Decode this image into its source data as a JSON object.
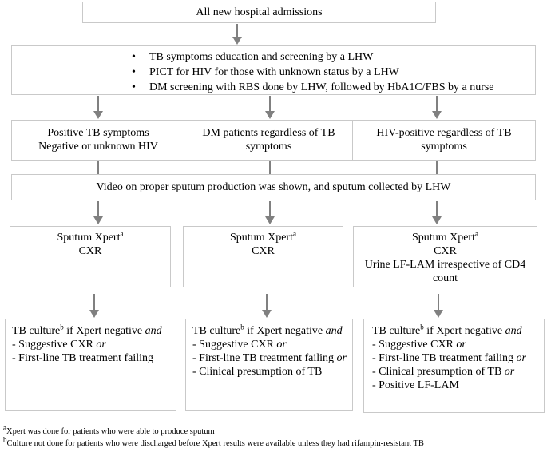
{
  "top": {
    "label": "All new hospital admissions"
  },
  "screening": {
    "items": [
      "TB symptoms education and screening by a LHW",
      "PICT for HIV for those with unknown status by a LHW",
      "DM screening with RBS done by LHW, followed by HbA1C/FBS by a nurse"
    ]
  },
  "groups": [
    {
      "line1": "Positive TB symptoms",
      "line2": "Negative or unknown HIV"
    },
    {
      "line1": "DM patients regardless of TB",
      "line2": "symptoms"
    },
    {
      "line1": "HIV-positive regardless of TB",
      "line2": "symptoms"
    }
  ],
  "video": {
    "label": "Video on proper sputum production was shown, and sputum collected by LHW"
  },
  "tests": {
    "sputum": "Sputum Xpert",
    "sup_a": "a",
    "cxr": "CXR",
    "lam": "Urine LF-LAM irrespective of CD4",
    "lam2": "count"
  },
  "culture": {
    "head": "TB culture",
    "sup_b": "b",
    "head_tail": " if Xpert negative ",
    "and": "and",
    "c1": "- Suggestive CXR ",
    "or": "or",
    "c2": "- First-line TB treatment failing",
    "c2_or": "- First-line TB treatment failing ",
    "c3": "- Clinical presumption of TB",
    "c3_or": "- Clinical presumption of TB ",
    "c4": "- Positive LF-LAM"
  },
  "footnotes": {
    "a_mark": "a",
    "a_text": "Xpert was done for patients who were able to produce sputum",
    "b_mark": "b",
    "b_text": "Culture not done for patients who were discharged before Xpert results were available unless they had rifampin-resistant TB"
  }
}
